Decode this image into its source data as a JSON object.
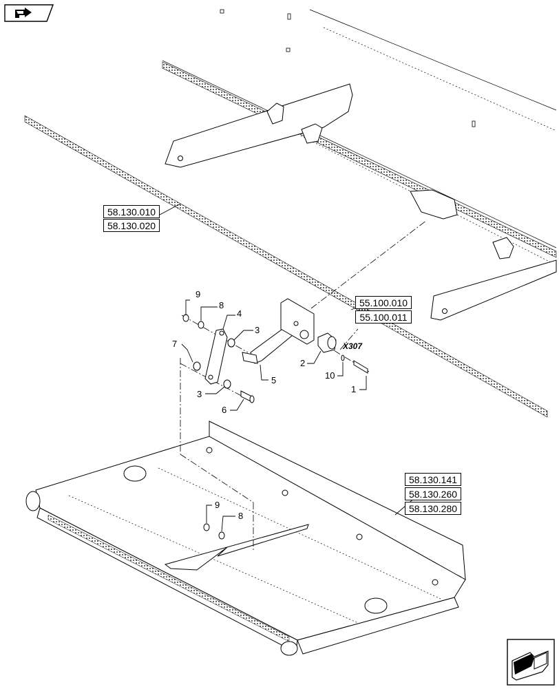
{
  "references": {
    "top_left": [
      "58.130.010",
      "58.130.020"
    ],
    "center_right": [
      "55.100.010",
      "55.100.011"
    ],
    "bottom_right": [
      "58.130.141",
      "58.130.260",
      "58.130.280"
    ]
  },
  "callouts": {
    "c1": "1",
    "c2": "2",
    "c3a": "3",
    "c3b": "3",
    "c4": "4",
    "c5": "5",
    "c6": "6",
    "c7": "7",
    "c8a": "8",
    "c8b": "8",
    "c9a": "9",
    "c9b": "9",
    "c10": "10"
  },
  "connector_label": "X307",
  "icons": {
    "top_left": "previous-page-icon",
    "bottom_right": "next-page-icon"
  }
}
